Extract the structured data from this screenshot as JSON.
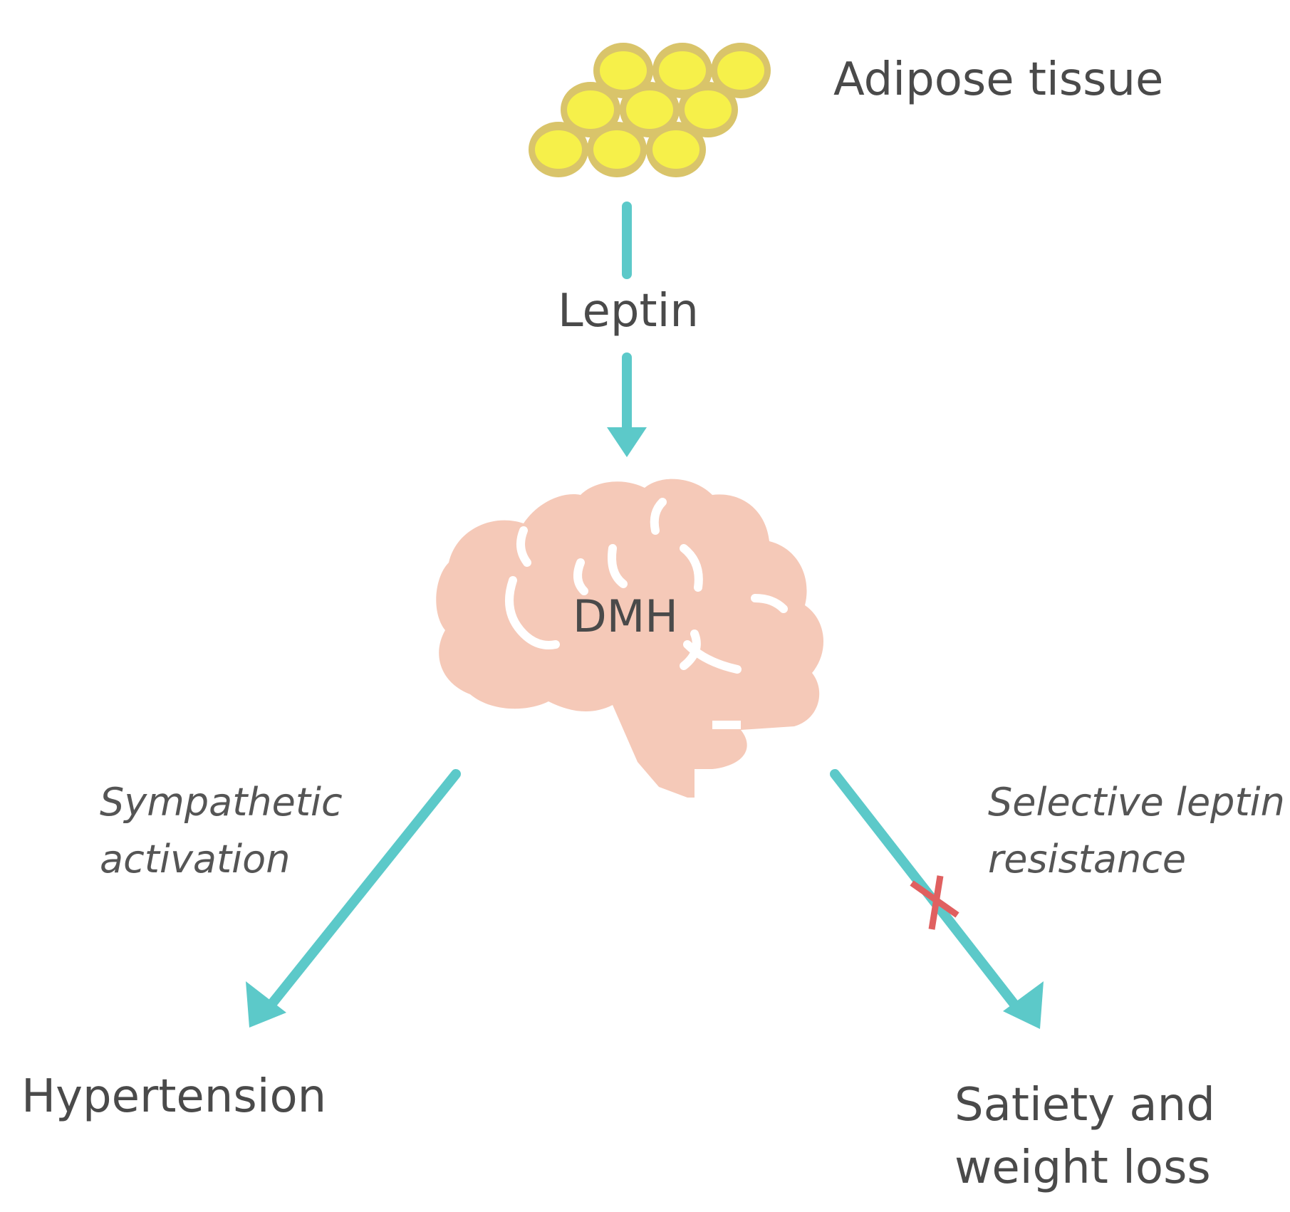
{
  "nodes": {
    "adipose": "Adipose tissue",
    "dmh": "DMH",
    "hypertension": "Hypertension",
    "satiety": "Satiety and weight loss"
  },
  "edges": {
    "leptin": "Leptin",
    "sympathetic": "Sympathetic activation",
    "resistance": "Selective leptin resistance"
  },
  "colors": {
    "arrow": "#5cc9c9",
    "block_mark": "#e06060",
    "fat_cell_fill": "#f6f04a",
    "fat_cell_border": "#d9c46a",
    "brain": "#f5c9b8",
    "text": "#4a4a4a"
  },
  "icons": {
    "adipose": "fat-cells-icon",
    "dmh": "brain-icon",
    "block": "cross-mark-icon"
  }
}
